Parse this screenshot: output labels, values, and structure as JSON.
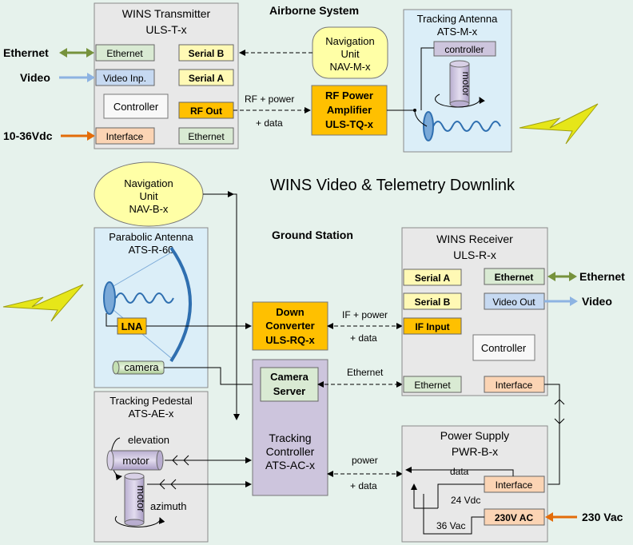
{
  "title": "WINS Video & Telemetry Downlink",
  "airborne": {
    "section_label": "Airborne System",
    "transmitter": {
      "title": "WINS Transmitter",
      "model": "ULS-T-x",
      "ethernet_port": "Ethernet",
      "video_port": "Video Inp.",
      "controller": "Controller",
      "interface": "Interface",
      "serial_b": "Serial B",
      "serial_a": "Serial A",
      "rf_out": "RF Out",
      "ethernet_port_2": "Ethernet"
    },
    "nav_unit": {
      "line1": "Navigation",
      "line2": "Unit",
      "model": "NAV-M-x"
    },
    "amplifier": {
      "line1": "RF Power",
      "line2": "Amplifier",
      "model": "ULS-TQ-x"
    },
    "tracking_antenna": {
      "title": "Tracking Antenna",
      "model": "ATS-M-x",
      "controller": "controller",
      "motor": "motor"
    },
    "link_label_1": "RF + power",
    "link_label_2": "+ data",
    "ext_ethernet": "Ethernet",
    "ext_video": "Video",
    "ext_power": "10-36Vdc"
  },
  "ground": {
    "section_label": "Ground Station",
    "nav_unit": {
      "line1": "Navigation",
      "line2": "Unit",
      "model": "NAV-B-x"
    },
    "parabolic": {
      "title": "Parabolic Antenna",
      "model": "ATS-R-60",
      "lna": "LNA",
      "camera": "camera"
    },
    "downconverter": {
      "line1": "Down",
      "line2": "Converter",
      "model": "ULS-RQ-x"
    },
    "if_label_1": "IF + power",
    "if_label_2": "+ data",
    "receiver": {
      "title": "WINS Receiver",
      "model": "ULS-R-x",
      "serial_a": "Serial A",
      "serial_b": "Serial B",
      "if_input": "IF Input",
      "ethernet_port": "Ethernet",
      "video_out": "Video Out",
      "controller": "Controller",
      "ethernet_port_2": "Ethernet",
      "interface": "Interface"
    },
    "camera_server": {
      "line1": "Camera",
      "line2": "Server"
    },
    "ethernet_label": "Ethernet",
    "tracking_controller": {
      "line1": "Tracking",
      "line2": "Controller",
      "model": "ATS-AC-x"
    },
    "pedestal": {
      "title": "Tracking Pedestal",
      "model": "ATS-AE-x",
      "elevation": "elevation",
      "motor_h": "motor",
      "motor_v": "motor",
      "azimuth": "azimuth"
    },
    "power_link_1": "power",
    "power_link_2": "+ data",
    "power_supply": {
      "title": "Power Supply",
      "model": "PWR-B-x",
      "data_label": "data",
      "v24": "24 Vdc",
      "v36": "36 Vac",
      "interface": "Interface",
      "ac": "230V AC"
    },
    "ext_ethernet": "Ethernet",
    "ext_video": "Video",
    "ext_power": "230 Vac"
  },
  "colors": {
    "background": "#e6f2ec",
    "panel": "#e8e8e8",
    "port_green": "#d9ead3",
    "port_yellow": "#fff9b5",
    "port_orange": "#ffc000",
    "port_peach": "#fbd4b4",
    "port_blue": "#c6d9f1",
    "nav_yellow": "#ffffa6",
    "antenna_blue": "#dbeef8",
    "purple": "#cdc5dd",
    "green_arrow": "#76923c",
    "blue_arrow": "#8db3e2",
    "orange_arrow": "#e36c09",
    "lightning": "#e6e619"
  }
}
